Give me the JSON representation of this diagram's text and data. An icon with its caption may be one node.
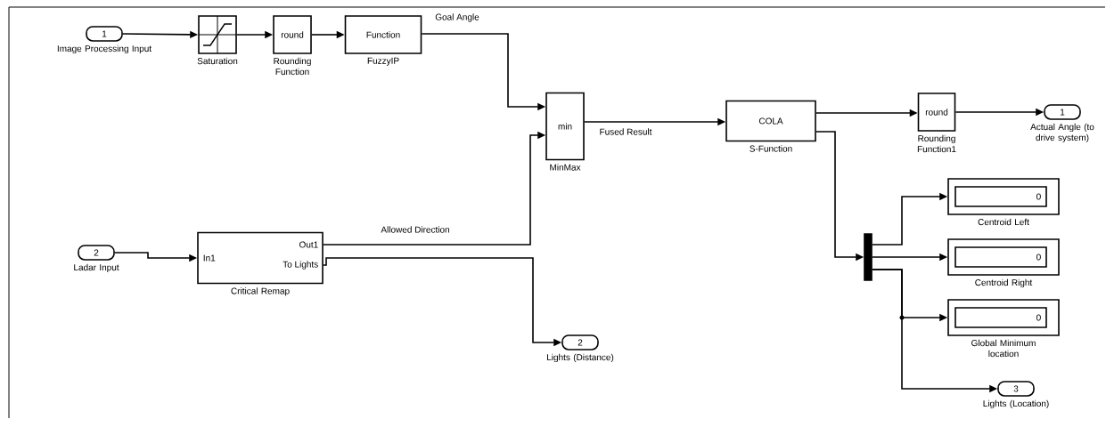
{
  "diagram": {
    "nodes": [
      {
        "text": [
          "1"
        ],
        "beside": [
          "Image Processing Input"
        ]
      },
      {
        "text": [],
        "shape": "box",
        "beside": [
          "Saturation"
        ]
      },
      {
        "text": [
          "round"
        ],
        "beside": [
          "Rounding Function"
        ]
      },
      {
        "text": [
          "Function"
        ],
        "beside": [
          "FuzzyIP"
        ]
      },
      {
        "text": [
          "min"
        ],
        "beside": [
          "MinMax"
        ]
      },
      {
        "text": [
          "COLA"
        ],
        "beside": [
          "S-Function"
        ]
      },
      {
        "text": [
          "round"
        ],
        "beside": [
          "Rounding Function1"
        ]
      },
      {
        "text": [
          "1"
        ],
        "beside": [
          "Actual Angle (to drive system)"
        ]
      },
      {
        "text": [
          "2"
        ],
        "beside": [
          "Ladar Input"
        ]
      },
      {
        "text": [
          "In1",
          "Out1",
          "To Lights"
        ],
        "beside": [
          "Critical Remap"
        ]
      },
      {
        "text": [
          "2"
        ],
        "beside": [
          "Lights (Distance)"
        ]
      },
      {
        "text": [],
        "shape": "bar"
      },
      {
        "text": [
          "0"
        ],
        "beside": [
          "Centroid Left"
        ]
      },
      {
        "text": [
          "0"
        ],
        "beside": [
          "Centroid Right"
        ]
      },
      {
        "text": [
          "0"
        ],
        "beside": [
          "Global Minimum location"
        ]
      },
      {
        "text": [
          "3"
        ],
        "beside": [
          "Lights (Location)"
        ]
      }
    ],
    "edges": [
      {
        "from": 0,
        "to": 1,
        "arrow": "to"
      },
      {
        "from": 1,
        "to": 2,
        "arrow": "to"
      },
      {
        "from": 2,
        "to": 3,
        "arrow": "to"
      },
      {
        "from": 3,
        "to": 4,
        "arrow": "to",
        "label": "Goal Angle"
      },
      {
        "from": 9,
        "to": 4,
        "arrow": "to",
        "label": "Allowed Direction"
      },
      {
        "from": 4,
        "to": 5,
        "arrow": "to",
        "label": "Fused Result"
      },
      {
        "from": 5,
        "to": 6,
        "arrow": "to"
      },
      {
        "from": 6,
        "to": 7,
        "arrow": "to"
      },
      {
        "from": 8,
        "to": 9,
        "arrow": "to"
      },
      {
        "from": 9,
        "to": 10,
        "arrow": "to"
      },
      {
        "from": 5,
        "to": 11,
        "arrow": "to"
      },
      {
        "from": 11,
        "to": 12,
        "arrow": "to"
      },
      {
        "from": 11,
        "to": 13,
        "arrow": "to"
      },
      {
        "from": 11,
        "to": 14,
        "arrow": "to"
      },
      {
        "from": 11,
        "to": 15,
        "arrow": "to"
      }
    ]
  }
}
